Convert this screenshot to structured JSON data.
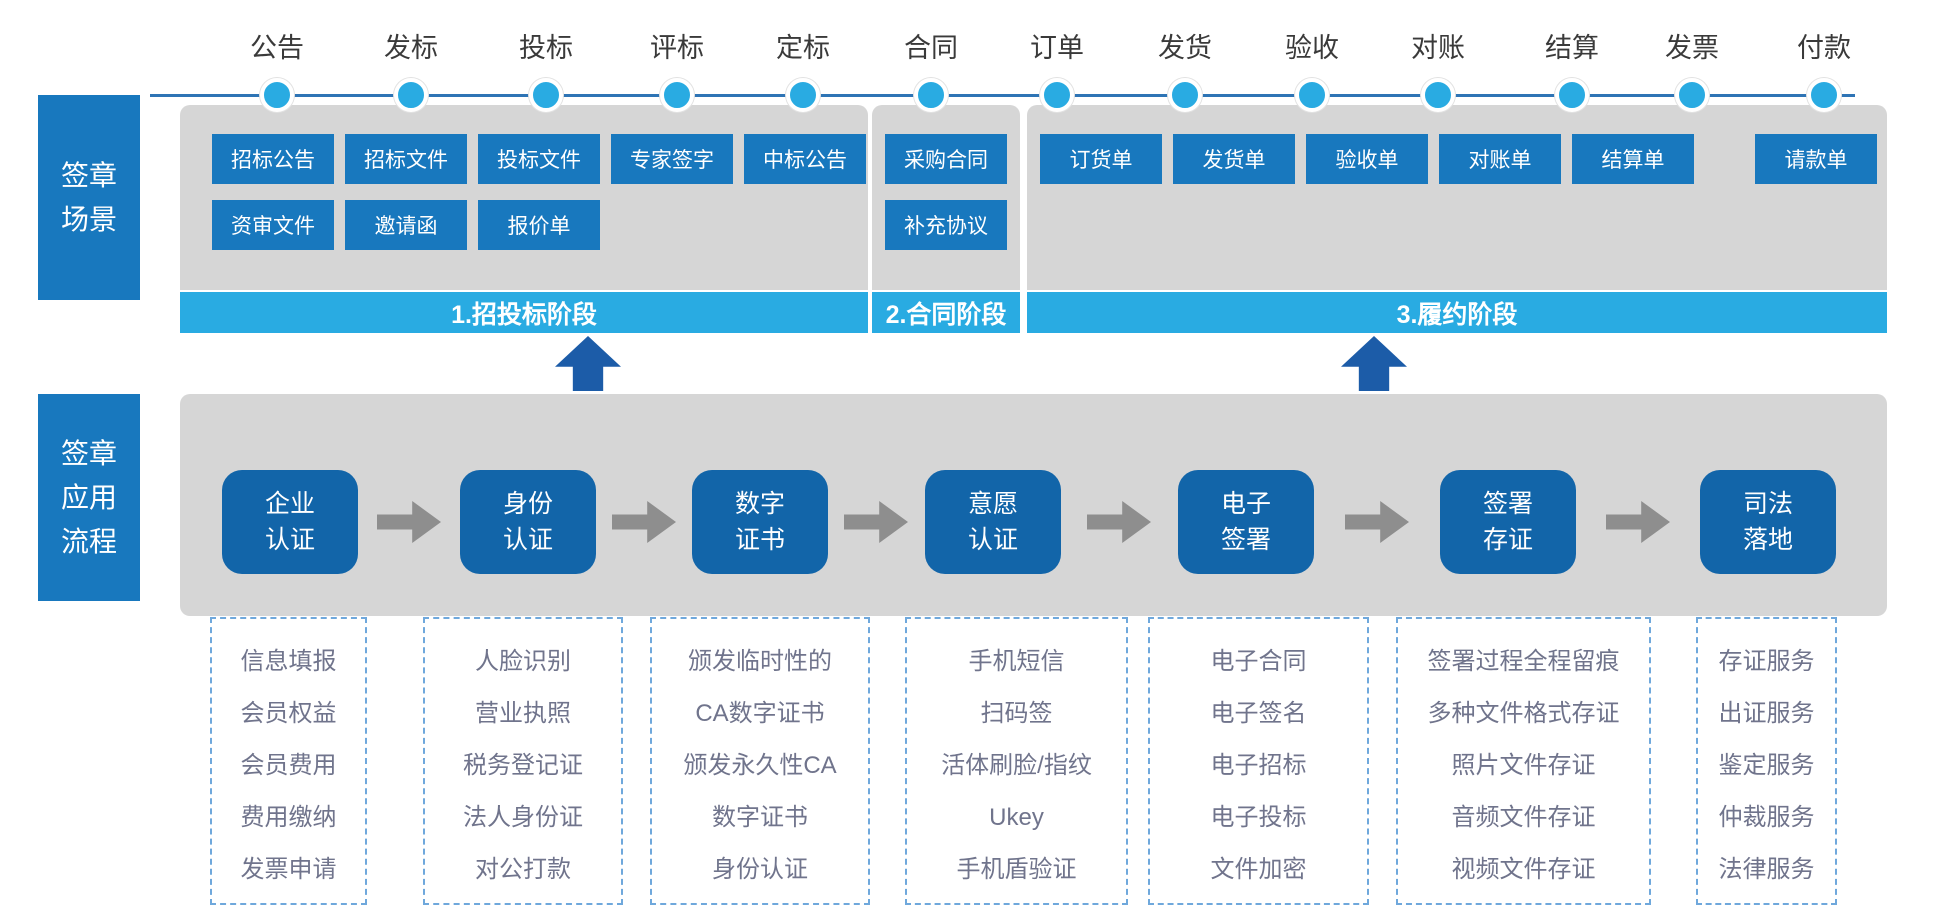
{
  "colors": {
    "primary": "#1878BE",
    "accent": "#29ABE2",
    "flowbox": "#1265A9",
    "navyarrow": "#1C5CA8",
    "grayarrow": "#8E8E8E",
    "panelgray": "#D6D6D6",
    "timelineline": "#2E74B5",
    "dashedborder": "#6FA8DC",
    "listtext": "#70748C"
  },
  "timeline": {
    "milestones": [
      "公告",
      "发标",
      "投标",
      "评标",
      "定标",
      "合同",
      "订单",
      "发货",
      "验收",
      "对账",
      "结算",
      "发票",
      "付款"
    ]
  },
  "scenes": {
    "sidebar_label": "签章场景",
    "panels": [
      {
        "stage_label": "1.招投标阶段",
        "rows": [
          [
            "招标公告",
            "招标文件",
            "投标文件",
            "专家签字",
            "中标公告"
          ],
          [
            "资审文件",
            "邀请函",
            "报价单"
          ]
        ]
      },
      {
        "stage_label": "2.合同阶段",
        "rows": [
          [
            "采购合同"
          ],
          [
            "补充协议"
          ]
        ]
      },
      {
        "stage_label": "3.履约阶段",
        "rows": [
          [
            "订货单",
            "发货单",
            "验收单",
            "对账单",
            "结算单",
            "请款单"
          ],
          []
        ]
      }
    ]
  },
  "flow": {
    "sidebar_label": "签章应用流程",
    "steps": [
      [
        "企业",
        "认证"
      ],
      [
        "身份",
        "认证"
      ],
      [
        "数字",
        "证书"
      ],
      [
        "意愿",
        "认证"
      ],
      [
        "电子",
        "签署"
      ],
      [
        "签署",
        "存证"
      ],
      [
        "司法",
        "落地"
      ]
    ]
  },
  "details": [
    {
      "items": [
        "信息填报",
        "会员权益",
        "会员费用",
        "费用缴纳",
        "发票申请"
      ]
    },
    {
      "items": [
        "人脸识别",
        "营业执照",
        "税务登记证",
        "法人身份证",
        "对公打款"
      ]
    },
    {
      "items": [
        "颁发临时性的",
        "CA数字证书",
        "颁发永久性CA",
        "数字证书",
        "身份认证"
      ]
    },
    {
      "items": [
        "手机短信",
        "扫码签",
        "活体刷脸/指纹",
        "Ukey",
        "手机盾验证"
      ]
    },
    {
      "items": [
        "电子合同",
        "电子签名",
        "电子招标",
        "电子投标",
        "文件加密"
      ]
    },
    {
      "items": [
        "签署过程全程留痕",
        "多种文件格式存证",
        "照片文件存证",
        "音频文件存证",
        "视频文件存证"
      ]
    },
    {
      "items": [
        "存证服务",
        "出证服务",
        "鉴定服务",
        "仲裁服务",
        "法律服务"
      ]
    }
  ]
}
